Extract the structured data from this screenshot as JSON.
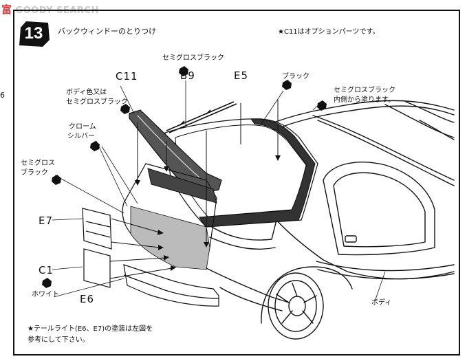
{
  "watermark": {
    "cn": "富",
    "text": "GOODY SEARCH"
  },
  "step": {
    "number": "13",
    "title": "バックウィンドーのとりつけ"
  },
  "note_top": "★C11はオプションパーツです。",
  "edge_mark": "6",
  "paint": {
    "c11_paint": "セミグロスブラック",
    "black": "ブラック",
    "semigloss_inner_1": "セミグロスブラック",
    "semigloss_inner_2": "内側から塗ります。",
    "body_or_1": "ボディ色又は",
    "body_or_2": "セミグロスブラック",
    "chrome_1": "クローム",
    "chrome_2": "シルバー",
    "semigloss_black_1": "セミグロス",
    "semigloss_black_2": "ブラック",
    "white": "ホワイト"
  },
  "parts": {
    "c11": "C11",
    "b9": "B9",
    "e5": "E5",
    "e7": "E7",
    "c1": "C1",
    "e6": "E6"
  },
  "body_label": "ボディ",
  "note_bottom_1": "★テールライト(E6、E7)の塗装は左図を",
  "note_bottom_2": "参考にして下さい。"
}
